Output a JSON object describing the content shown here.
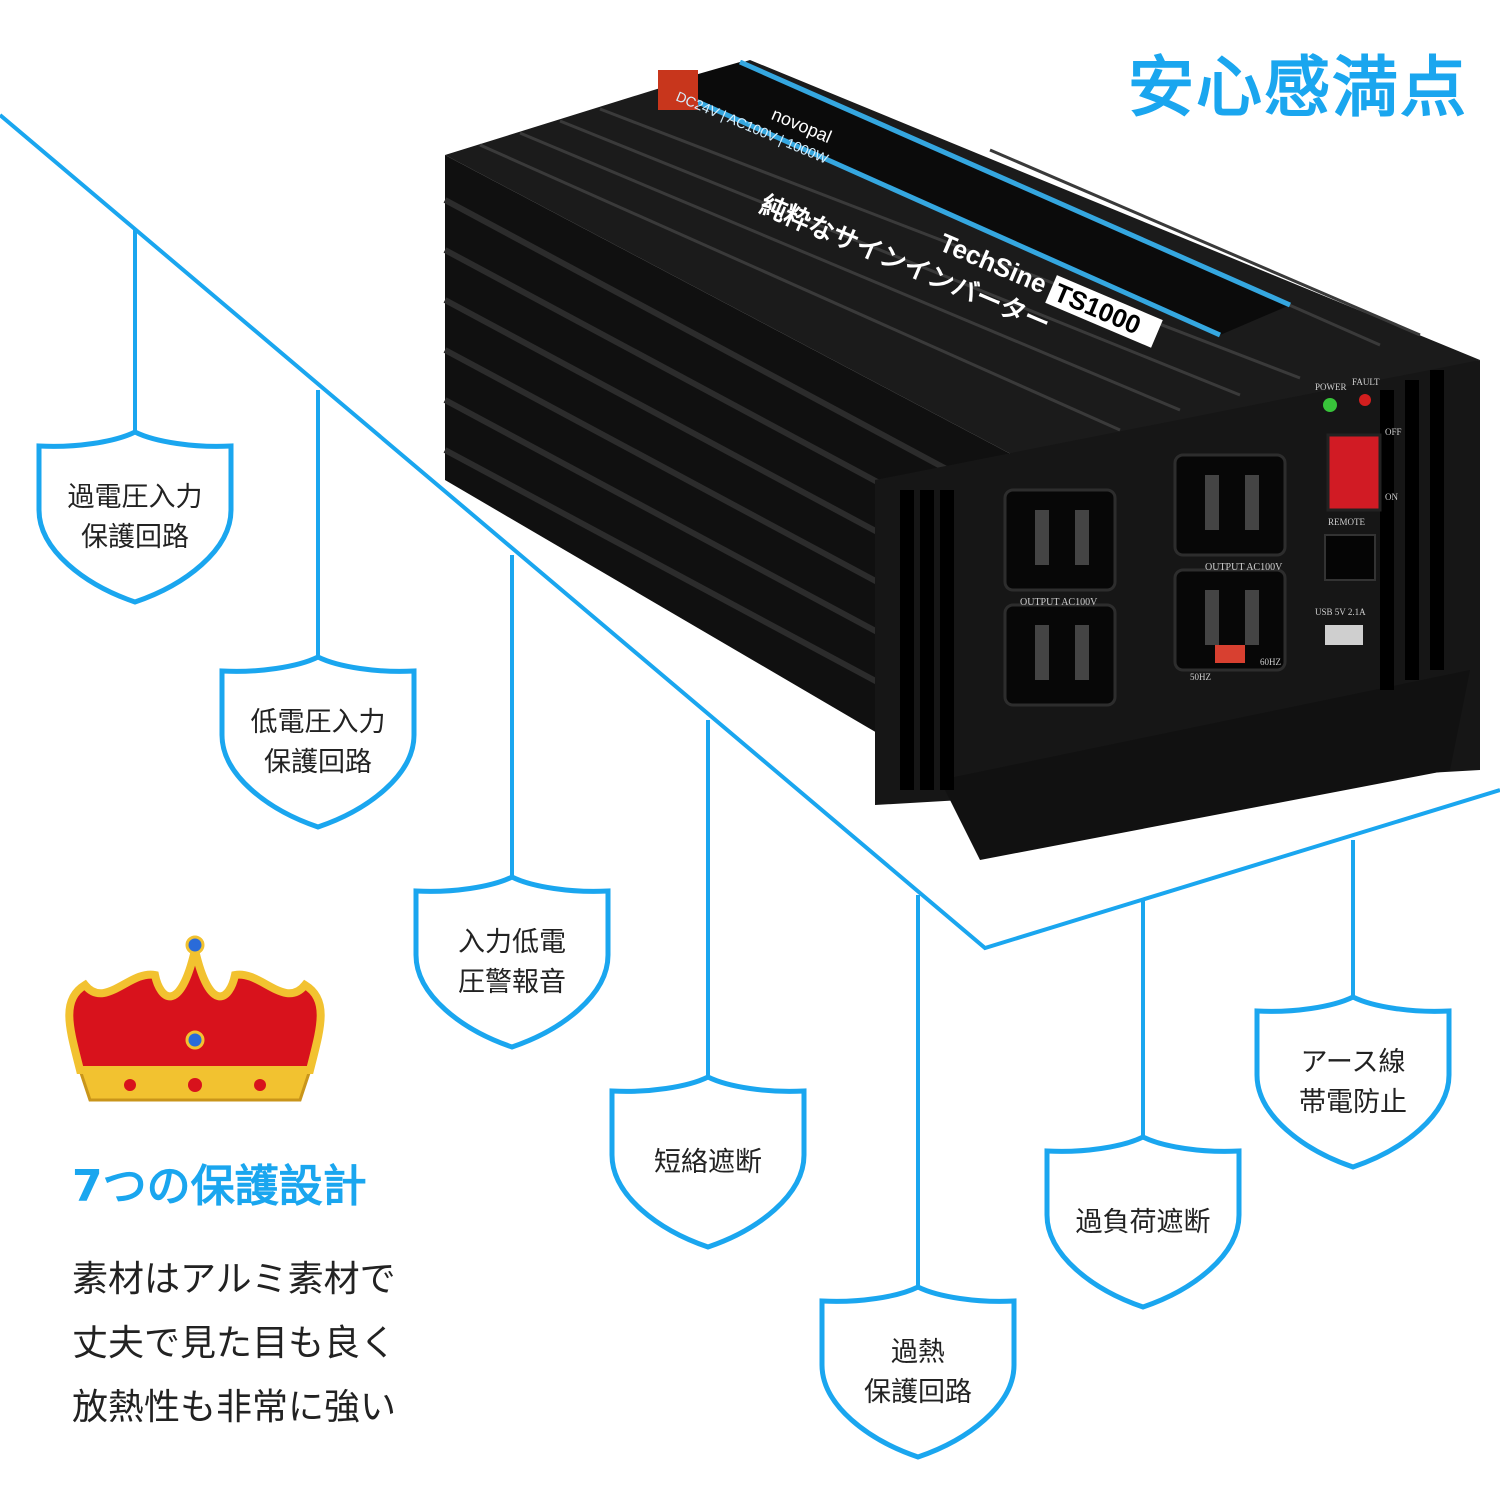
{
  "headline": "安心感満点",
  "subtitle": "7つの保護設計",
  "description": [
    "素材はアルミ素材で",
    "丈夫で見た目も良く",
    "放熱性も非常に強い"
  ],
  "features": [
    {
      "line1": "過電圧入力",
      "line2": "保護回路"
    },
    {
      "line1": "低電圧入力",
      "line2": "保護回路"
    },
    {
      "line1": "入力低電",
      "line2": "圧警報音"
    },
    {
      "line1": "短絡遮断",
      "line2": ""
    },
    {
      "line1": "過熱",
      "line2": "保護回路"
    },
    {
      "line1": "過負荷遮断",
      "line2": ""
    },
    {
      "line1": "アース線",
      "line2": "帯電防止"
    }
  ],
  "product": {
    "brand": "novopal",
    "spec": "DC24V | AC100V | 1000W",
    "model_series": "TechSine",
    "model": "TS1000",
    "tagline": "純粋なサインインバーター",
    "power_label": "POWER",
    "fault_label": "FAULT",
    "off_label": "OFF",
    "on_label": "ON",
    "remote_label": "REMOTE",
    "output_label": "OUTPUT AC100V",
    "usb_label": "USB 5V 2.1A",
    "hz50": "50HZ",
    "hz60": "60HZ"
  },
  "colors": {
    "accent": "#1aa6ef",
    "body": "#141414",
    "text": "#222222"
  }
}
